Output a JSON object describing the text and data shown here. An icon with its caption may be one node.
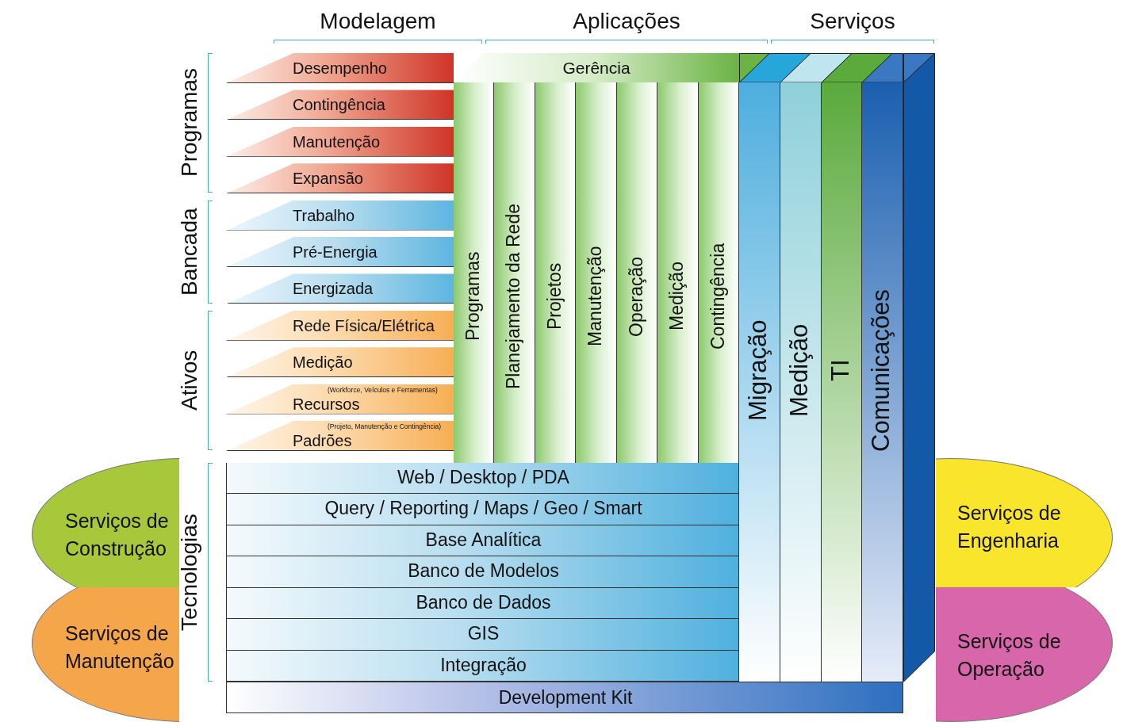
{
  "diagram": {
    "nodes": [
      {
        "text": [
          "Desempenho"
        ]
      },
      {
        "text": [
          "Contingência"
        ]
      },
      {
        "text": [
          "Manutenção"
        ]
      },
      {
        "text": [
          "Expansão"
        ]
      },
      {
        "text": [
          "Trabalho"
        ]
      },
      {
        "text": [
          "Pré-Energia"
        ]
      },
      {
        "text": [
          "Energizada"
        ]
      },
      {
        "text": [
          "Rede Física/Elétrica"
        ]
      },
      {
        "text": [
          "Medição"
        ]
      },
      {
        "text": [
          "(Workforce, Veículos e Ferramentas)",
          "Recursos"
        ]
      },
      {
        "text": [
          "(Projeto, Manutenção e Contingência)",
          "Padrões"
        ]
      },
      {
        "text": [
          "Gerência"
        ]
      },
      {
        "text": [
          "Programas"
        ]
      },
      {
        "text": [
          "Planejamento da Rede"
        ]
      },
      {
        "text": [
          "Projetos"
        ]
      },
      {
        "text": [
          "Manutenção"
        ]
      },
      {
        "text": [
          "Operação"
        ]
      },
      {
        "text": [
          "Medição"
        ]
      },
      {
        "text": [
          "Contingência"
        ]
      },
      {
        "text": [
          "Migração"
        ]
      },
      {
        "text": [
          "Medição"
        ]
      },
      {
        "text": [
          "TI"
        ]
      },
      {
        "text": [
          "Comunicações"
        ]
      },
      {
        "text": [
          "Web / Desktop / PDA"
        ]
      },
      {
        "text": [
          "Query / Reporting / Maps / Geo / Smart"
        ]
      },
      {
        "text": [
          "Base Analítica"
        ]
      },
      {
        "text": [
          "Banco de Modelos"
        ]
      },
      {
        "text": [
          "Banco de Dados"
        ]
      },
      {
        "text": [
          "GIS"
        ]
      },
      {
        "text": [
          "Integração"
        ]
      },
      {
        "text": [
          "Development Kit"
        ]
      },
      {
        "text": [
          "Serviços de Construção"
        ]
      },
      {
        "text": [
          "Serviços de Engenharia"
        ]
      },
      {
        "text": [
          "Serviços de Manutenção"
        ]
      },
      {
        "text": [
          "Serviços de Operação"
        ]
      }
    ],
    "labels": [
      "Modelagem",
      "Aplicações",
      "Serviços",
      "Programas",
      "Bancada",
      "Ativos",
      "Tecnologias"
    ]
  }
}
